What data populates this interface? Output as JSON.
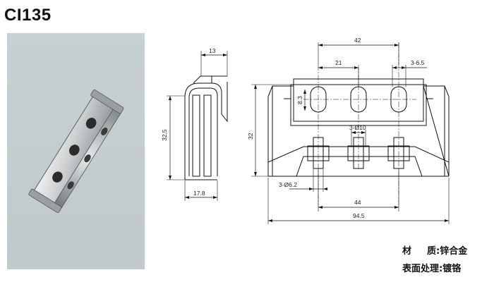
{
  "title": "CI135",
  "side_view": {
    "dims": {
      "top_width": "13",
      "height": "32.5",
      "bottom_width": "17.8"
    }
  },
  "front_view": {
    "dims": {
      "overall_hole_span": "42",
      "half_span": "21",
      "slot_callout": "3-6.5",
      "slot_height": "8.3",
      "height": "32",
      "boss_callout": "3-Ø10",
      "small_hole_callout": "3-Ø6.2",
      "mount_span": "44",
      "overall_length": "94.5"
    }
  },
  "specs": {
    "material_label_a": "材",
    "material_label_b": "质:",
    "material_value": "锌合金",
    "finish_label": "表面处理:",
    "finish_value": "镀铬"
  },
  "colors": {
    "line": "#111111",
    "photo_bg": "#c4cdcf",
    "part_metal": "#d8dadb",
    "part_dark": "#2a2a2a"
  }
}
